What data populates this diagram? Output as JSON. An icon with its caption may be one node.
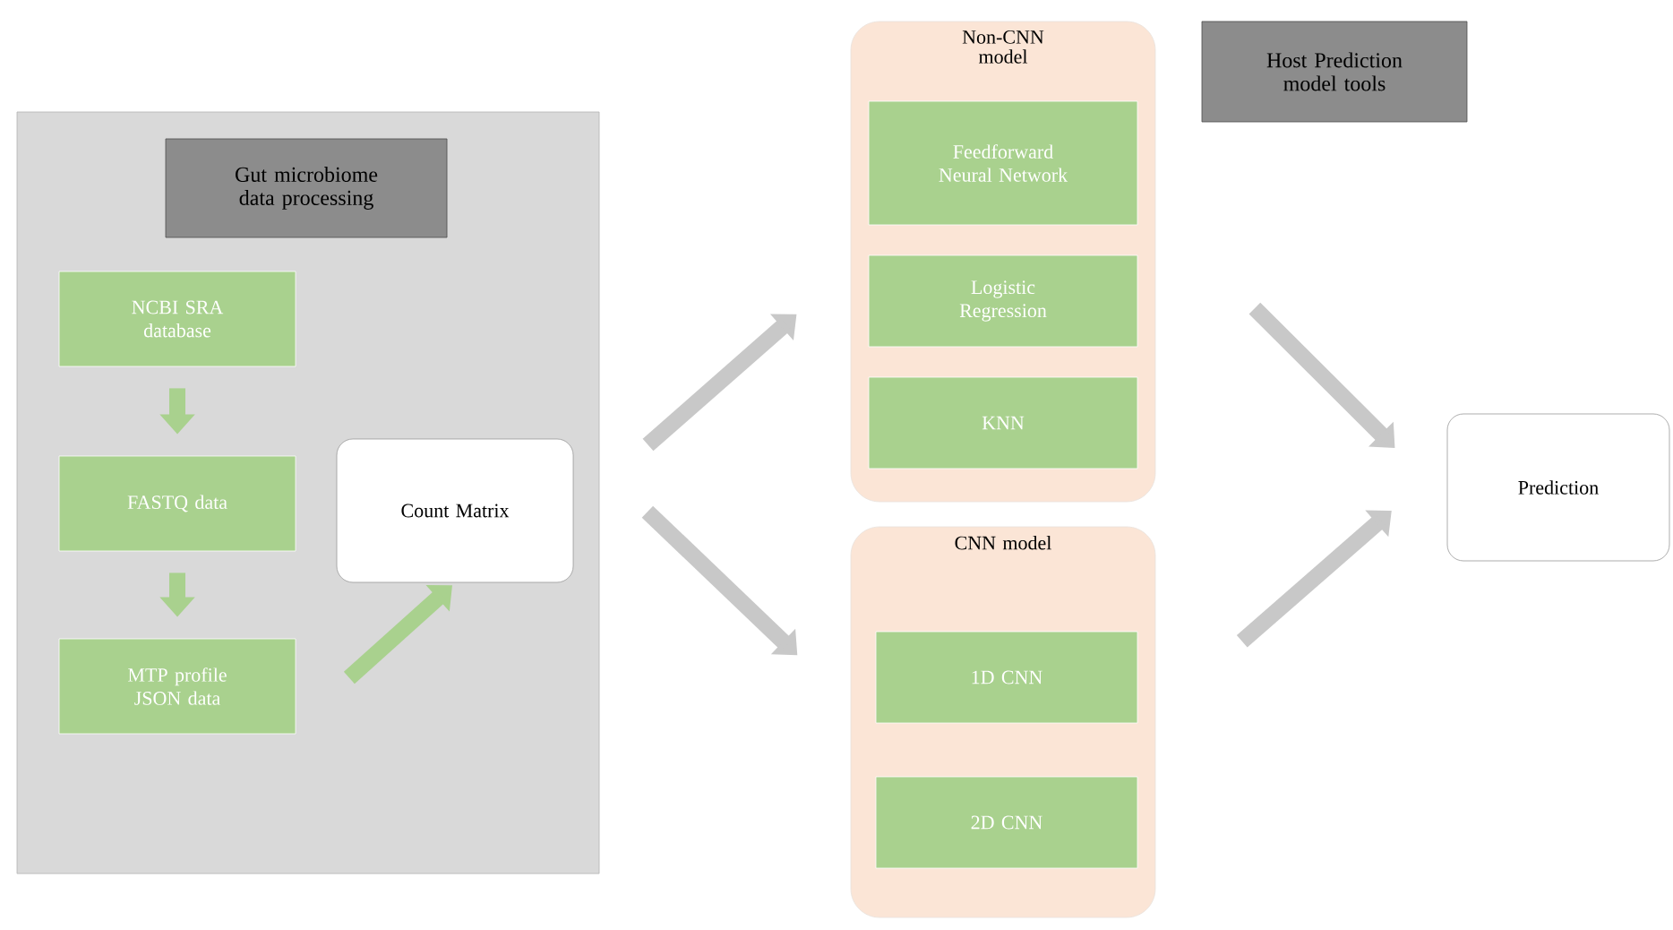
{
  "diagram": {
    "nodes": [
      {
        "text": [],
        "shape": "box"
      },
      {
        "text": [
          "Gut microbiome data processing"
        ],
        "in": 0
      },
      {
        "text": [
          "NCBI SRA database"
        ],
        "in": 0
      },
      {
        "text": [
          "FASTQ data"
        ],
        "in": 0
      },
      {
        "text": [
          "MTP profile JSON data"
        ],
        "in": 0
      },
      {
        "text": [
          "Count Matrix"
        ],
        "in": 0
      },
      {
        "text": [
          "Non-CNN model"
        ]
      },
      {
        "text": [
          "Feedforward Neural Network"
        ],
        "in": 6
      },
      {
        "text": [
          "Logistic Regression"
        ],
        "in": 6
      },
      {
        "text": [
          "KNN"
        ],
        "in": 6
      },
      {
        "text": [
          "CNN model"
        ]
      },
      {
        "text": [
          "1D CNN"
        ],
        "in": 10
      },
      {
        "text": [
          "2D CNN"
        ],
        "in": 10
      },
      {
        "text": [
          "Host Prediction model tools"
        ]
      },
      {
        "text": [
          "Prediction"
        ]
      }
    ],
    "edges": [
      {
        "from": 2,
        "to": 3,
        "arrow": "to",
        "color": "#a9d18e"
      },
      {
        "from": 3,
        "to": 4,
        "arrow": "to",
        "color": "#a9d18e"
      },
      {
        "from": 4,
        "to": 5,
        "arrow": "to",
        "color": "#a9d18e"
      },
      {
        "from": 0,
        "to": 6,
        "arrow": "to"
      },
      {
        "from": 0,
        "to": 10,
        "arrow": "to"
      },
      {
        "from": 6,
        "to": 14,
        "arrow": "to"
      },
      {
        "from": 10,
        "to": 14,
        "arrow": "to"
      }
    ]
  }
}
